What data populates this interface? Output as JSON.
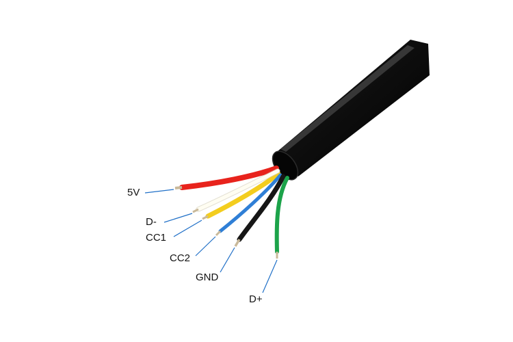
{
  "wires": [
    {
      "id": "5v",
      "label": "5V",
      "color": "#e8231c"
    },
    {
      "id": "dm",
      "label": "D-",
      "color": "#fffdf2"
    },
    {
      "id": "cc1",
      "label": "CC1",
      "color": "#f3cd1e"
    },
    {
      "id": "cc2",
      "label": "CC2",
      "color": "#2f7fd6"
    },
    {
      "id": "gnd",
      "label": "GND",
      "color": "#161616"
    },
    {
      "id": "dp",
      "label": "D+",
      "color": "#1ca34a"
    }
  ],
  "colors": {
    "jacket": "#0b0b0b",
    "leader_line": "#1f6fc7",
    "copper": "#c9b99a"
  }
}
